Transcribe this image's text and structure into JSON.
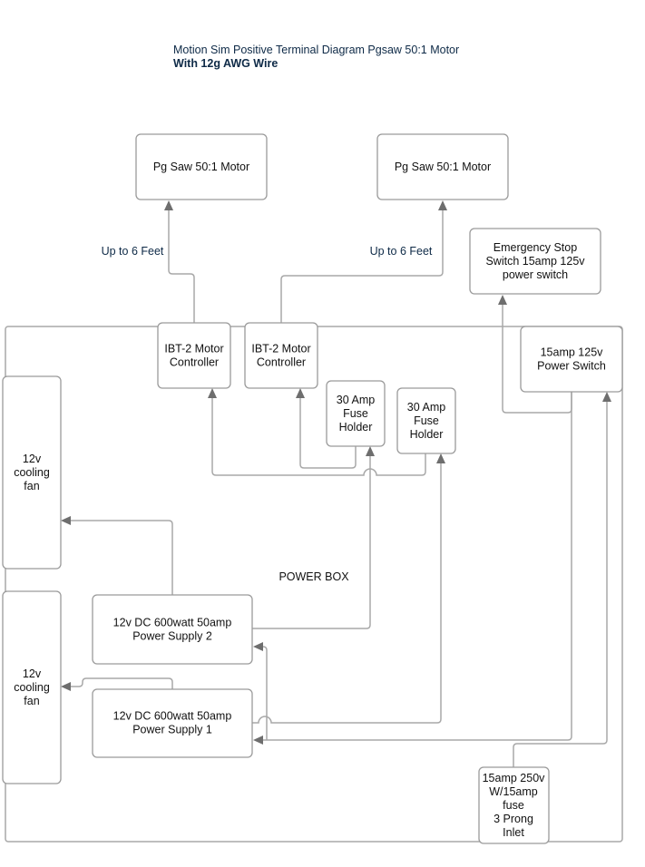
{
  "title": {
    "line1": "Motion Sim Positive Terminal Diagram Pgsaw 50:1 Motor",
    "line2": "With 12g AWG Wire"
  },
  "colors": {
    "title": "#0e2a47",
    "box_stroke": "#9a9a9a",
    "wire": "#a8a8a8",
    "arrowhead": "#6e6e6e"
  },
  "container": {
    "label": "POWER BOX"
  },
  "nodes": {
    "motor_left": {
      "lines": [
        "Pg Saw 50:1 Motor"
      ]
    },
    "motor_right": {
      "lines": [
        "Pg Saw 50:1 Motor"
      ]
    },
    "estop": {
      "lines": [
        "Emergency Stop",
        "Switch 15amp 125v",
        "power switch"
      ]
    },
    "ibt2_left": {
      "lines": [
        "IBT-2 Motor",
        "Controller"
      ]
    },
    "ibt2_right": {
      "lines": [
        "IBT-2 Motor",
        "Controller"
      ]
    },
    "fuse_left": {
      "lines": [
        "30 Amp",
        "Fuse",
        "Holder"
      ]
    },
    "fuse_right": {
      "lines": [
        "30 Amp",
        "Fuse",
        "Holder"
      ]
    },
    "power_switch": {
      "lines": [
        "15amp 125v",
        "Power Switch"
      ]
    },
    "fan_top": {
      "lines": [
        "12v",
        "cooling",
        "fan"
      ]
    },
    "fan_bottom": {
      "lines": [
        "12v",
        "cooling",
        "fan"
      ]
    },
    "psu2": {
      "lines": [
        "12v DC 600watt 50amp",
        "Power Supply 2"
      ]
    },
    "psu1": {
      "lines": [
        "12v DC 600watt 50amp",
        "Power Supply 1"
      ]
    },
    "inlet": {
      "lines": [
        "15amp 250v",
        "W/15amp",
        "fuse",
        "3 Prong",
        "Inlet"
      ]
    }
  },
  "edge_labels": {
    "left_motor_wire": "Up to 6 Feet",
    "right_motor_wire": "Up to 6 Feet"
  }
}
